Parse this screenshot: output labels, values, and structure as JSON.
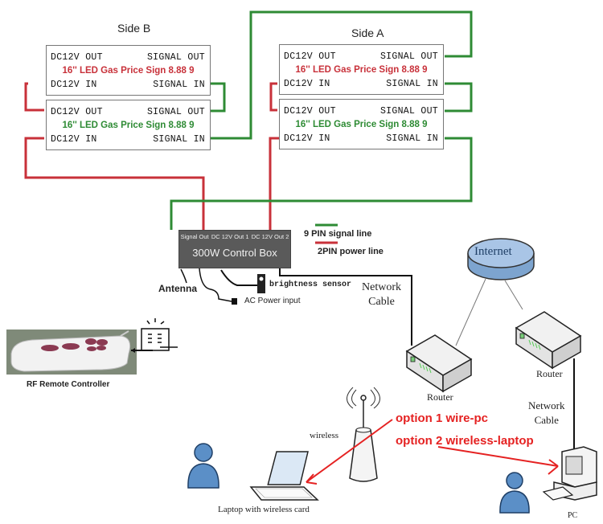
{
  "diagram": {
    "side_b": {
      "label": "Side B",
      "signs": [
        {
          "top_left": "DC12V OUT",
          "top_right": "SIGNAL OUT",
          "title": "16'' LED Gas Price Sign 8.88 9",
          "title_color": "#c8313a",
          "bottom_left": "DC12V IN",
          "bottom_right": "SIGNAL IN"
        },
        {
          "top_left": "DC12V OUT",
          "top_right": "SIGNAL OUT",
          "title": "16'' LED Gas Price Sign 8.88 9",
          "title_color": "#2e8b34",
          "bottom_left": "DC12V IN",
          "bottom_right": "SIGNAL IN"
        }
      ]
    },
    "side_a": {
      "label": "Side A",
      "signs": [
        {
          "top_left": "DC12V OUT",
          "top_right": "SIGNAL OUT",
          "title": "16'' LED Gas Price Sign 8.88 9",
          "title_color": "#c8313a",
          "bottom_left": "DC12V IN",
          "bottom_right": "SIGNAL IN"
        },
        {
          "top_left": "DC12V OUT",
          "top_right": "SIGNAL OUT",
          "title": "16'' LED Gas Price Sign 8.88 9",
          "title_color": "#2e8b34",
          "bottom_left": "DC12V IN",
          "bottom_right": "SIGNAL IN"
        }
      ]
    },
    "control_box": {
      "name": "300W Control Box",
      "ports": [
        "Signal Out",
        "DC 12V Out 1",
        "DC 12V Out 2"
      ]
    },
    "legend": {
      "signal": {
        "label": "9  PIN signal line",
        "color": "#2e8b34"
      },
      "power": {
        "label": "2PIN  power line",
        "color": "#c8313a"
      }
    },
    "labels": {
      "antenna": "Antenna",
      "brightness_sensor": "brightness sensor",
      "ac_power": "AC Power  input",
      "network_cable_1": [
        "Network",
        "Cable"
      ],
      "network_cable_2": [
        "Network",
        "Cable"
      ],
      "internet": "Internet",
      "router_1": "Router",
      "router_2": "Router",
      "wireless": "wireless",
      "laptop": "Laptop with wireless card",
      "pc": "PC",
      "rf_remote": "RF Remote Controller"
    },
    "options": {
      "option1": "option 1 wire-pc",
      "option2": "option 2 wireless-laptop",
      "color": "#e52222"
    }
  }
}
